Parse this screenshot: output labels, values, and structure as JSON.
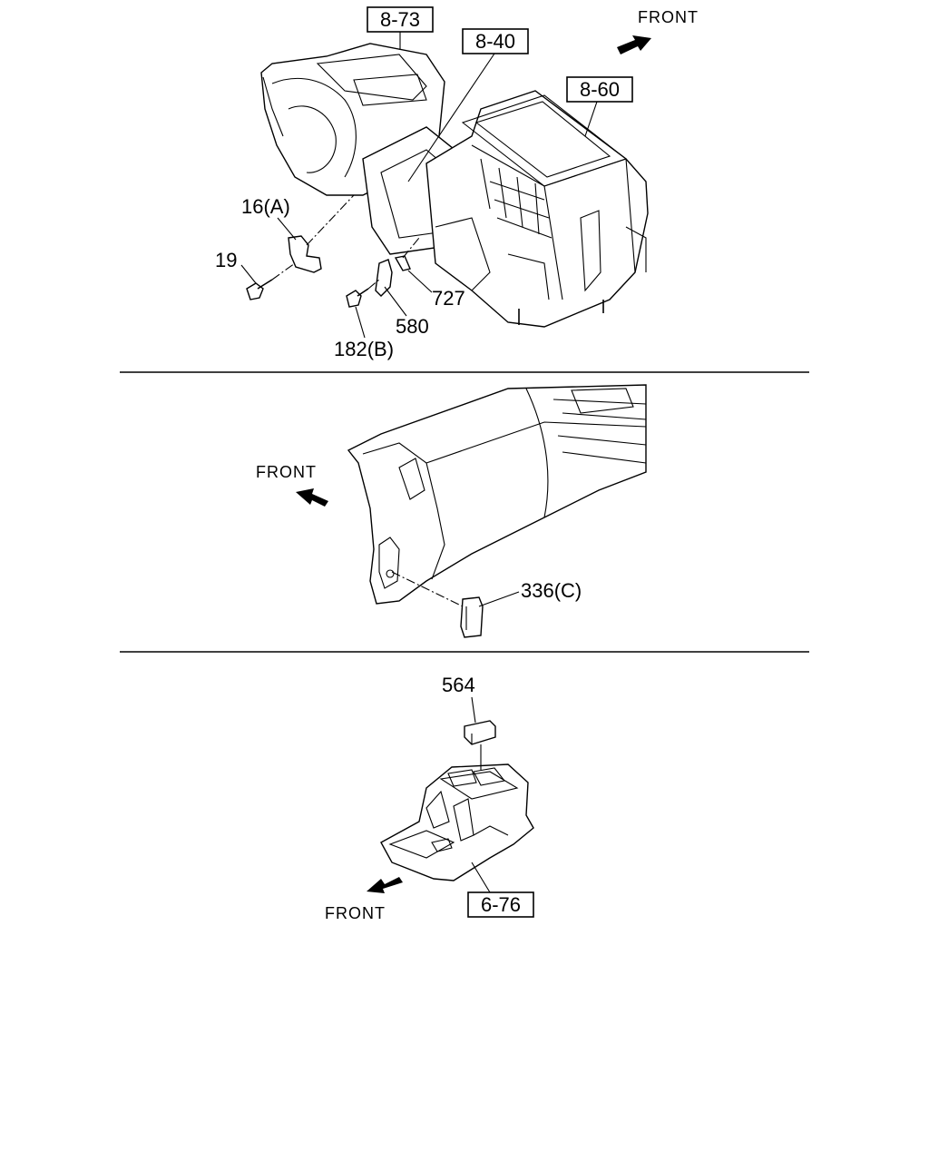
{
  "section_top": {
    "refs": [
      "8-73",
      "8-40",
      "8-60"
    ],
    "labels": [
      "16(A)",
      "19",
      "727",
      "580",
      "182(B)"
    ],
    "front": "FRONT"
  },
  "section_middle": {
    "labels": [
      "336(C)"
    ],
    "front": "FRONT"
  },
  "section_bottom": {
    "labels": [
      "564"
    ],
    "refs": [
      "6-76"
    ],
    "front": "FRONT"
  }
}
